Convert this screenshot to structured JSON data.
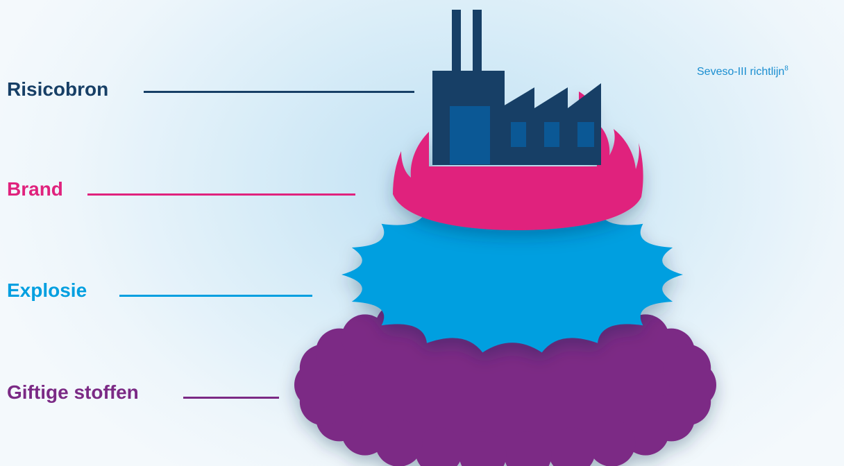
{
  "colors": {
    "risicobron": "#173f66",
    "brand": "#e0227d",
    "explosie": "#009fe0",
    "giftige_stoffen": "#7b2a85",
    "factory_window": "#0b5895",
    "source_text": "#1a8ed0"
  },
  "icons": {
    "factory": "factory-icon",
    "fire": "fire-icon",
    "explosion": "explosion-icon",
    "toxic_cloud": "toxic-cloud-icon"
  },
  "labels": {
    "risicobron": "Risicobron",
    "brand": "Brand",
    "explosie": "Explosie",
    "giftige_stoffen": "Giftige stoffen"
  },
  "source": {
    "text": "Seveso-III richtlijn",
    "footnote": "8"
  }
}
